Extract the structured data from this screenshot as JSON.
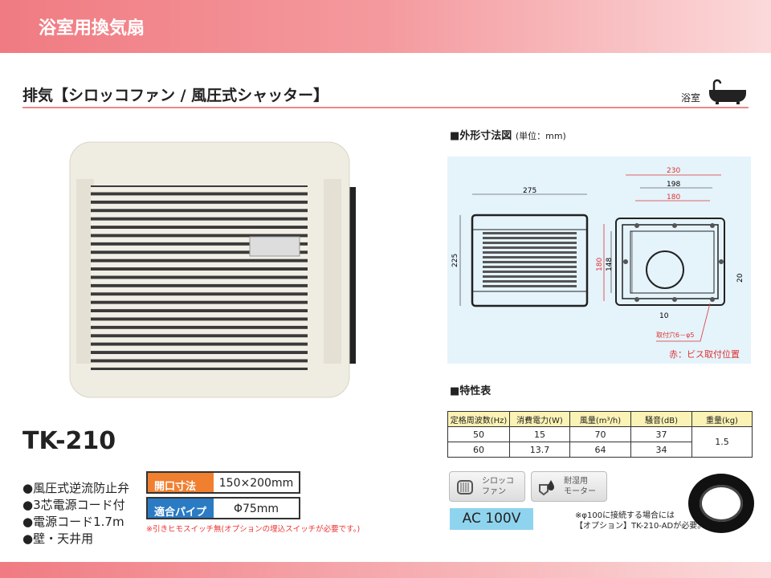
{
  "header": {
    "title": "浴室用換気扇"
  },
  "subtitle": "排気【シロッコファン / 風圧式シャッター】",
  "location_label": "浴室",
  "model": "TK-210",
  "features": [
    "●風圧式逆流防止弁",
    "●3芯電源コード付",
    "●電源コード1.7m",
    "●壁・天井用"
  ],
  "specs": [
    {
      "label": "開口寸法",
      "value": "150×200mm",
      "color": "#f07f2f"
    },
    {
      "label": "適合パイプ",
      "value": "Φ75mm",
      "color": "#2a7bc4"
    }
  ],
  "note": "※引きヒモスイッチ無(オプションの埋込スイッチが必要です。)",
  "dimensions": {
    "title": "■外形寸法図",
    "unit": "(単位：mm)",
    "w275": "275",
    "h225": "225",
    "w230": "230",
    "w198": "198",
    "w180": "180",
    "h180": "180",
    "h148": "148",
    "d20": "20",
    "d10": "10",
    "holes": "取付穴6－φ5",
    "legend": "赤：ビス取付位置"
  },
  "characteristics": {
    "title": "■特性表",
    "headers": [
      "定格周波数(Hz)",
      "消費電力(W)",
      "風量(m³/h)",
      "騒音(dB)",
      "重量(kg)"
    ],
    "rows": [
      [
        "50",
        "15",
        "70",
        "37"
      ],
      [
        "60",
        "13.7",
        "64",
        "34"
      ]
    ],
    "weight": "1.5"
  },
  "badges": [
    {
      "line1": "シロッコ",
      "line2": "ファン"
    },
    {
      "line1": "耐湿用",
      "line2": "モーター"
    }
  ],
  "voltage": "AC 100V",
  "option_note": {
    "line1": "※φ100に接続する場合には",
    "line2": "【オプション】TK-210-ADが必要。"
  }
}
